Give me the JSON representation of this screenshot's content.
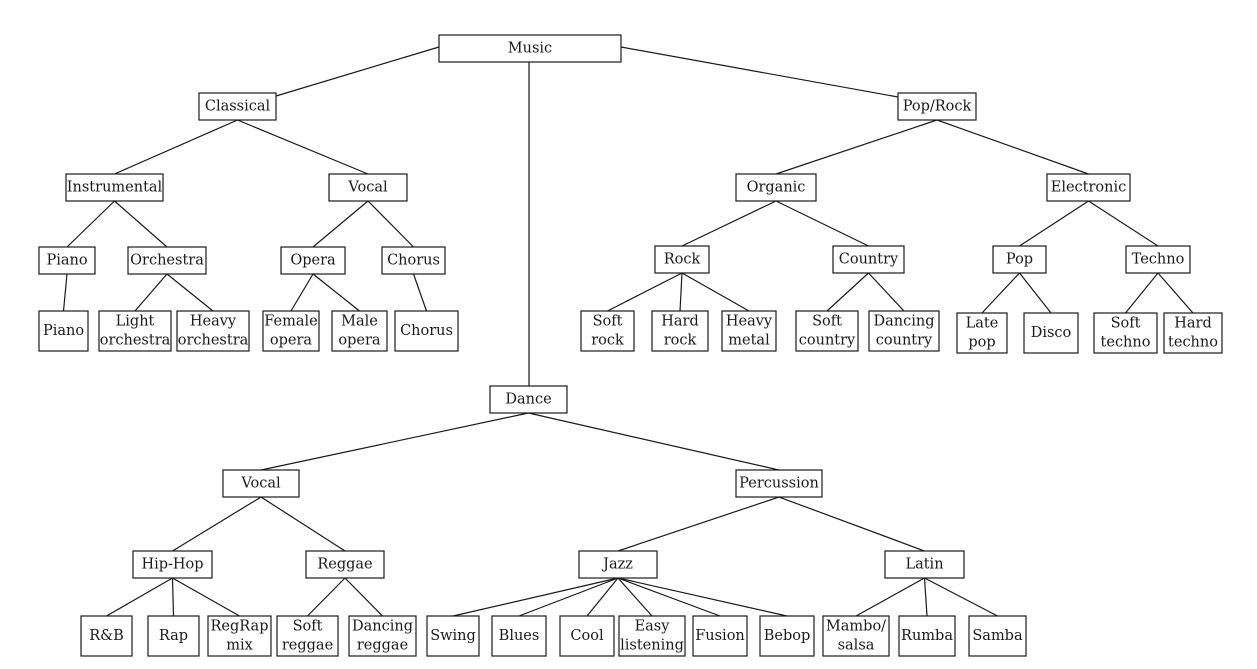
{
  "diagram": {
    "type": "tree",
    "nodes": [
      {
        "id": "music",
        "lines": [
          "Music"
        ]
      },
      {
        "id": "classical",
        "lines": [
          "Classical"
        ],
        "parent": "music"
      },
      {
        "id": "poprock",
        "lines": [
          "Pop/Rock"
        ],
        "parent": "music"
      },
      {
        "id": "dance",
        "lines": [
          "Dance"
        ],
        "parent": "music"
      },
      {
        "id": "instrumental",
        "lines": [
          "Instrumental"
        ],
        "parent": "classical"
      },
      {
        "id": "classical-vocal",
        "lines": [
          "Vocal"
        ],
        "parent": "classical"
      },
      {
        "id": "piano",
        "lines": [
          "Piano"
        ],
        "parent": "instrumental"
      },
      {
        "id": "orchestra",
        "lines": [
          "Orchestra"
        ],
        "parent": "instrumental"
      },
      {
        "id": "piano-leaf",
        "lines": [
          "Piano"
        ],
        "parent": "piano"
      },
      {
        "id": "light-orchestra",
        "lines": [
          "Light",
          "orchestra"
        ],
        "parent": "orchestra"
      },
      {
        "id": "heavy-orchestra",
        "lines": [
          "Heavy",
          "orchestra"
        ],
        "parent": "orchestra"
      },
      {
        "id": "opera",
        "lines": [
          "Opera"
        ],
        "parent": "classical-vocal"
      },
      {
        "id": "chorus",
        "lines": [
          "Chorus"
        ],
        "parent": "classical-vocal"
      },
      {
        "id": "female-opera",
        "lines": [
          "Female",
          "opera"
        ],
        "parent": "opera"
      },
      {
        "id": "male-opera",
        "lines": [
          "Male",
          "opera"
        ],
        "parent": "opera"
      },
      {
        "id": "chorus-leaf",
        "lines": [
          "Chorus"
        ],
        "parent": "chorus"
      },
      {
        "id": "organic",
        "lines": [
          "Organic"
        ],
        "parent": "poprock"
      },
      {
        "id": "electronic",
        "lines": [
          "Electronic"
        ],
        "parent": "poprock"
      },
      {
        "id": "rock",
        "lines": [
          "Rock"
        ],
        "parent": "organic"
      },
      {
        "id": "country",
        "lines": [
          "Country"
        ],
        "parent": "organic"
      },
      {
        "id": "soft-rock",
        "lines": [
          "Soft",
          "rock"
        ],
        "parent": "rock"
      },
      {
        "id": "hard-rock",
        "lines": [
          "Hard",
          "rock"
        ],
        "parent": "rock"
      },
      {
        "id": "heavy-metal",
        "lines": [
          "Heavy",
          "metal"
        ],
        "parent": "rock"
      },
      {
        "id": "soft-country",
        "lines": [
          "Soft",
          "country"
        ],
        "parent": "country"
      },
      {
        "id": "dancing-country",
        "lines": [
          "Dancing",
          "country"
        ],
        "parent": "country"
      },
      {
        "id": "pop",
        "lines": [
          "Pop"
        ],
        "parent": "electronic"
      },
      {
        "id": "techno",
        "lines": [
          "Techno"
        ],
        "parent": "electronic"
      },
      {
        "id": "late-pop",
        "lines": [
          "Late",
          "pop"
        ],
        "parent": "pop"
      },
      {
        "id": "disco",
        "lines": [
          "Disco"
        ],
        "parent": "pop"
      },
      {
        "id": "soft-techno",
        "lines": [
          "Soft",
          "techno"
        ],
        "parent": "techno"
      },
      {
        "id": "hard-techno",
        "lines": [
          "Hard",
          "techno"
        ],
        "parent": "techno"
      },
      {
        "id": "dance-vocal",
        "lines": [
          "Vocal"
        ],
        "parent": "dance"
      },
      {
        "id": "percussion",
        "lines": [
          "Percussion"
        ],
        "parent": "dance"
      },
      {
        "id": "hiphop",
        "lines": [
          "Hip-Hop"
        ],
        "parent": "dance-vocal"
      },
      {
        "id": "reggae",
        "lines": [
          "Reggae"
        ],
        "parent": "dance-vocal"
      },
      {
        "id": "rnb",
        "lines": [
          "R&B"
        ],
        "parent": "hiphop"
      },
      {
        "id": "rap",
        "lines": [
          "Rap"
        ],
        "parent": "hiphop"
      },
      {
        "id": "regrap-mix",
        "lines": [
          "RegRap",
          "mix"
        ],
        "parent": "hiphop"
      },
      {
        "id": "soft-reggae",
        "lines": [
          "Soft",
          "reggae"
        ],
        "parent": "reggae"
      },
      {
        "id": "dancing-reggae",
        "lines": [
          "Dancing",
          "reggae"
        ],
        "parent": "reggae"
      },
      {
        "id": "jazz",
        "lines": [
          "Jazz"
        ],
        "parent": "percussion"
      },
      {
        "id": "latin",
        "lines": [
          "Latin"
        ],
        "parent": "percussion"
      },
      {
        "id": "swing",
        "lines": [
          "Swing"
        ],
        "parent": "jazz"
      },
      {
        "id": "blues",
        "lines": [
          "Blues"
        ],
        "parent": "jazz"
      },
      {
        "id": "cool",
        "lines": [
          "Cool"
        ],
        "parent": "jazz"
      },
      {
        "id": "easy-listening",
        "lines": [
          "Easy",
          "listening"
        ],
        "parent": "jazz"
      },
      {
        "id": "fusion",
        "lines": [
          "Fusion"
        ],
        "parent": "jazz"
      },
      {
        "id": "bebop",
        "lines": [
          "Bebop"
        ],
        "parent": "jazz"
      },
      {
        "id": "mambo-salsa",
        "lines": [
          "Mambo/",
          "salsa"
        ],
        "parent": "latin"
      },
      {
        "id": "rumba",
        "lines": [
          "Rumba"
        ],
        "parent": "latin"
      },
      {
        "id": "samba",
        "lines": [
          "Samba"
        ],
        "parent": "latin"
      }
    ]
  }
}
